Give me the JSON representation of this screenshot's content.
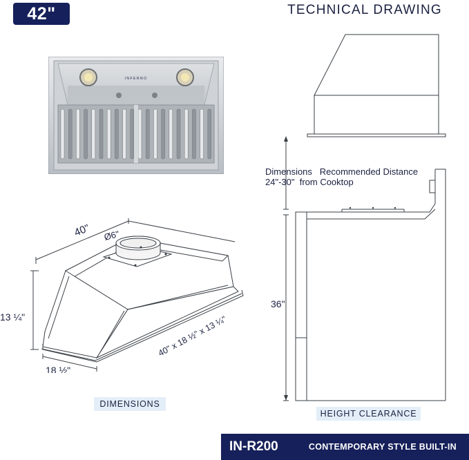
{
  "size_badge": "42\"",
  "heading": "TECHNICAL DRAWING",
  "brand_mark": "INFERNO",
  "dimensions": {
    "width": "40\"",
    "duct": "Ø6\"",
    "height": "13 ¼\"",
    "depth": "18 ½\"",
    "overall": "40\" x 18 ½\" x 13 ¼\""
  },
  "clearance": {
    "line1": "Dimensions   Recommended Distance",
    "line2": "24\"-30\"  from Cooktop",
    "counter_height": "36\""
  },
  "labels": {
    "dimensions": "DIMENSIONS",
    "height_clearance": "HEIGHT CLEARANCE"
  },
  "footer": {
    "model": "IN-R200",
    "description": "CONTEMPORARY STYLE BUILT-IN"
  },
  "colors": {
    "navy": "#16205a",
    "chip": "#e4eef8",
    "steel": "#c9cdd2"
  }
}
